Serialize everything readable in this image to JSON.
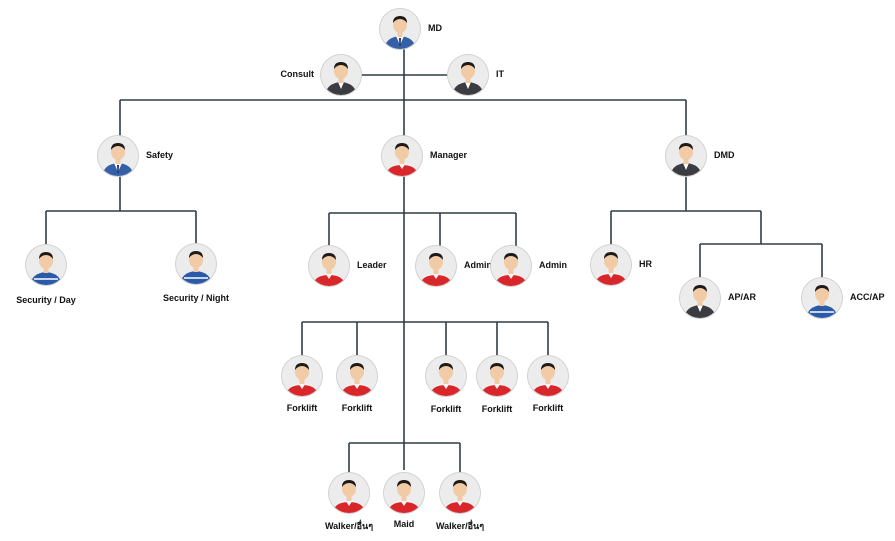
{
  "colors": {
    "line": "#2f3d46",
    "suit_blue": "#3560a8",
    "suit_dark": "#3b3b42",
    "uniform_red": "#d8262a",
    "uniform_white": "#f4f4f4",
    "uniform_blue": "#2b5aa8",
    "skin": "#f1cba6",
    "hair": "#1f1a17"
  },
  "nodes": {
    "md": {
      "label": "MD",
      "attire": "suit_blue"
    },
    "consult": {
      "label": "Consult",
      "attire": "suit_dark"
    },
    "it": {
      "label": "IT",
      "attire": "suit_dark"
    },
    "safety": {
      "label": "Safety",
      "attire": "suit_blue"
    },
    "manager": {
      "label": "Manager",
      "attire": "uniform_red"
    },
    "dmd": {
      "label": "DMD",
      "attire": "suit_dark"
    },
    "security_day": {
      "label": "Security / Day",
      "attire": "uniform_blue"
    },
    "security_night": {
      "label": "Security / Night",
      "attire": "uniform_blue"
    },
    "leader": {
      "label": "Leader",
      "attire": "uniform_red"
    },
    "admin1": {
      "label": "Admin",
      "attire": "uniform_red"
    },
    "admin2": {
      "label": "Admin",
      "attire": "uniform_red"
    },
    "hr": {
      "label": "HR",
      "attire": "uniform_red"
    },
    "ap_ar": {
      "label": "AP/AR",
      "attire": "suit_dark"
    },
    "acc_ap": {
      "label": "ACC/AP",
      "attire": "uniform_blue"
    },
    "forklift1": {
      "label": "Forklift",
      "attire": "uniform_red"
    },
    "forklift2": {
      "label": "Forklift",
      "attire": "uniform_red"
    },
    "forklift3": {
      "label": "Forklift",
      "attire": "uniform_red"
    },
    "forklift4": {
      "label": "Forklift",
      "attire": "uniform_red"
    },
    "forklift5": {
      "label": "Forklift",
      "attire": "uniform_red"
    },
    "walker1": {
      "label": "Walker/อื่นๆ",
      "attire": "uniform_red"
    },
    "maid": {
      "label": "Maid",
      "attire": "uniform_red"
    },
    "walker2": {
      "label": "Walker/อื่นๆ",
      "attire": "uniform_red"
    }
  }
}
